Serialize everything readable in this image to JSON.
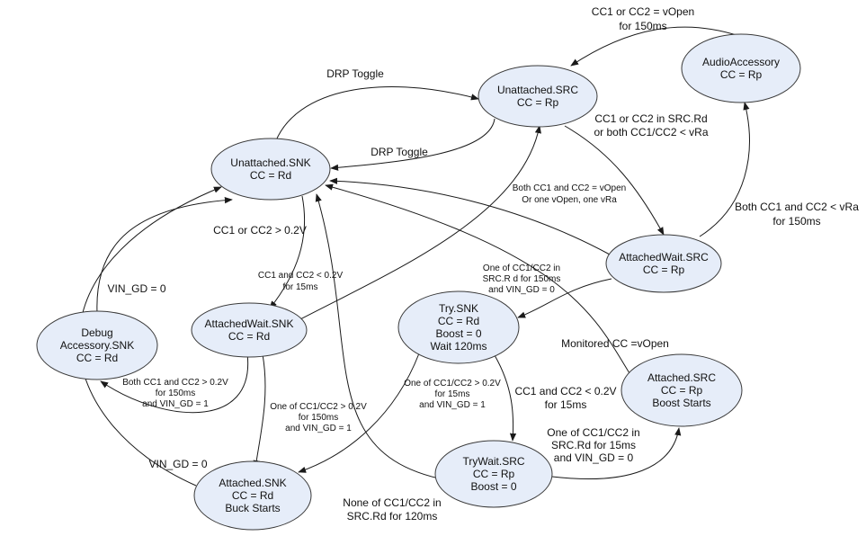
{
  "states": {
    "unattached_snk": {
      "lines": [
        "Unattached.SNK",
        "CC = Rd"
      ]
    },
    "unattached_src": {
      "lines": [
        "Unattached.SRC",
        "CC = Rp"
      ]
    },
    "audio_accessory": {
      "lines": [
        "AudioAccessory",
        "CC = Rp"
      ]
    },
    "attachedwait_src": {
      "lines": [
        "AttachedWait.SRC",
        "CC = Rp"
      ]
    },
    "attachedwait_snk": {
      "lines": [
        "AttachedWait.SNK",
        "CC = Rd"
      ]
    },
    "debug_accessory": {
      "lines": [
        "Debug",
        "Accessory.SNK",
        "CC = Rd"
      ]
    },
    "try_snk": {
      "lines": [
        "Try.SNK",
        "CC = Rd",
        "Boost = 0",
        "Wait 120ms"
      ]
    },
    "attached_src": {
      "lines": [
        "Attached.SRC",
        "CC = Rp",
        "Boost Starts"
      ]
    },
    "trywait_src": {
      "lines": [
        "TryWait.SRC",
        "CC = Rp",
        "Boost = 0"
      ]
    },
    "attached_snk": {
      "lines": [
        "Attached.SNK",
        "CC = Rd",
        "Buck Starts"
      ]
    }
  },
  "transitions": {
    "audio_to_unattached_src": {
      "lines": [
        "CC1 or CC2 = vOpen",
        "for 150ms"
      ]
    },
    "snk_to_src_drp_toggle": {
      "lines": [
        "DRP Toggle"
      ]
    },
    "src_to_snk_drp_toggle": {
      "lines": [
        "DRP Toggle"
      ]
    },
    "src_to_attachedwait_src": {
      "lines": [
        "CC1 or CC2 in SRC.Rd",
        "or both CC1/CC2 < vRa"
      ]
    },
    "attachedwait_src_to_snk": {
      "lines": [
        "Both CC1 and CC2 = vOpen",
        "Or one vOpen, one vRa"
      ]
    },
    "attachedwait_src_to_audio": {
      "lines": [
        "Both CC1 and CC2 < vRa",
        "for 150ms"
      ]
    },
    "snk_to_attachedwait_snk": {
      "lines": [
        "CC1 or CC2 > 0.2V"
      ]
    },
    "attachedwait_snk_to_src": {
      "lines": [
        "CC1 and CC2 < 0.2V",
        "for 15ms"
      ]
    },
    "debug_to_snk": {
      "lines": [
        "VIN_GD = 0"
      ]
    },
    "attachedwait_src_to_try_snk": {
      "lines": [
        "One of CC1/CC2 in",
        "SRC.R d for 150ms",
        "and VIN_GD = 0"
      ]
    },
    "attached_src_to_snk": {
      "lines": [
        "Monitored CC =vOpen"
      ]
    },
    "attachedwait_snk_to_debug": {
      "lines": [
        "Both CC1 and CC2 > 0.2V",
        "for 150ms",
        "and VIN_GD = 1"
      ]
    },
    "attachedwait_snk_to_attached": {
      "lines": [
        "One of CC1/CC2 > 0.2V",
        "for 150ms",
        "and VIN_GD = 1"
      ]
    },
    "try_snk_to_attached_snk": {
      "lines": [
        "One of CC1/CC2 > 0.2V",
        "for 15ms",
        "and VIN_GD = 1"
      ]
    },
    "try_snk_to_trywait_src": {
      "lines": [
        "CC1 and CC2 < 0.2V",
        "for 15ms"
      ]
    },
    "trywait_src_to_attached_src": {
      "lines": [
        "One of CC1/CC2 in",
        "SRC.Rd for 15ms",
        "and VIN_GD = 0"
      ]
    },
    "attached_snk_to_snk": {
      "lines": [
        "VIN_GD = 0"
      ]
    },
    "trywait_src_to_snk": {
      "lines": [
        "None of CC1/CC2 in",
        "SRC.Rd for 120ms"
      ]
    }
  }
}
